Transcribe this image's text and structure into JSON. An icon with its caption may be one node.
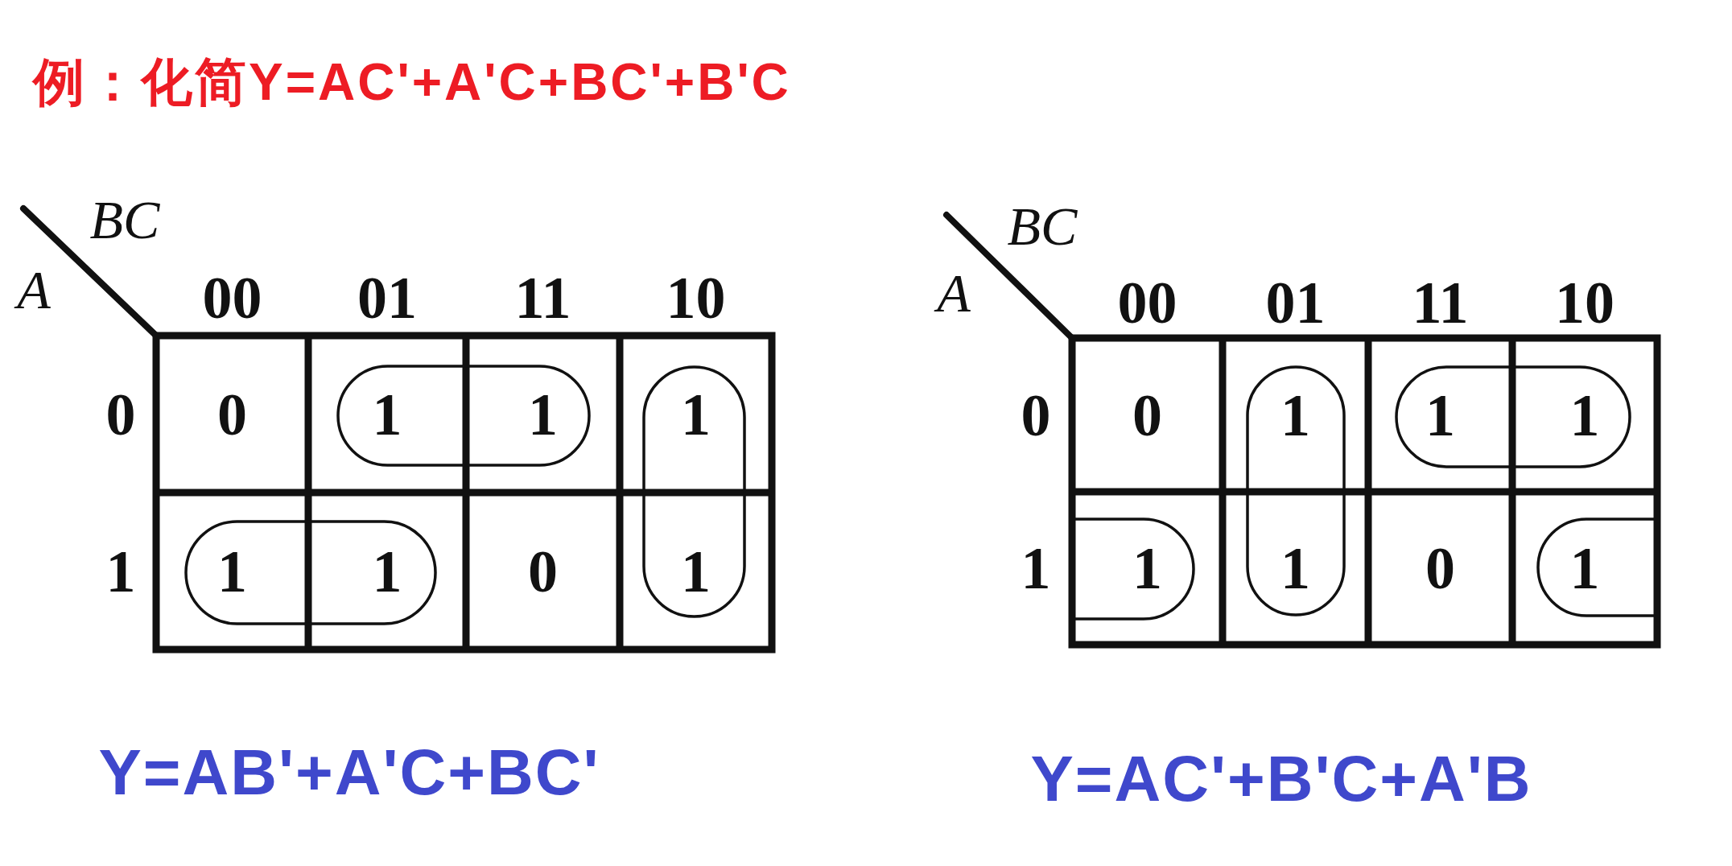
{
  "diagram": {
    "title": "例：化简Y=AC'+A'C+BC'+B'C",
    "labels": [
      "BC",
      "A",
      "00",
      "01",
      "11",
      "10",
      "0",
      "0",
      "1",
      "1",
      "1",
      "1",
      "1",
      "1",
      "0",
      "1",
      "Y=AB'+A'C+BC'",
      "BC",
      "A",
      "00",
      "01",
      "11",
      "10",
      "0",
      "0",
      "1",
      "1",
      "1",
      "1",
      "1",
      "1",
      "0",
      "1",
      "Y=AC'+B'C+A'B"
    ]
  }
}
